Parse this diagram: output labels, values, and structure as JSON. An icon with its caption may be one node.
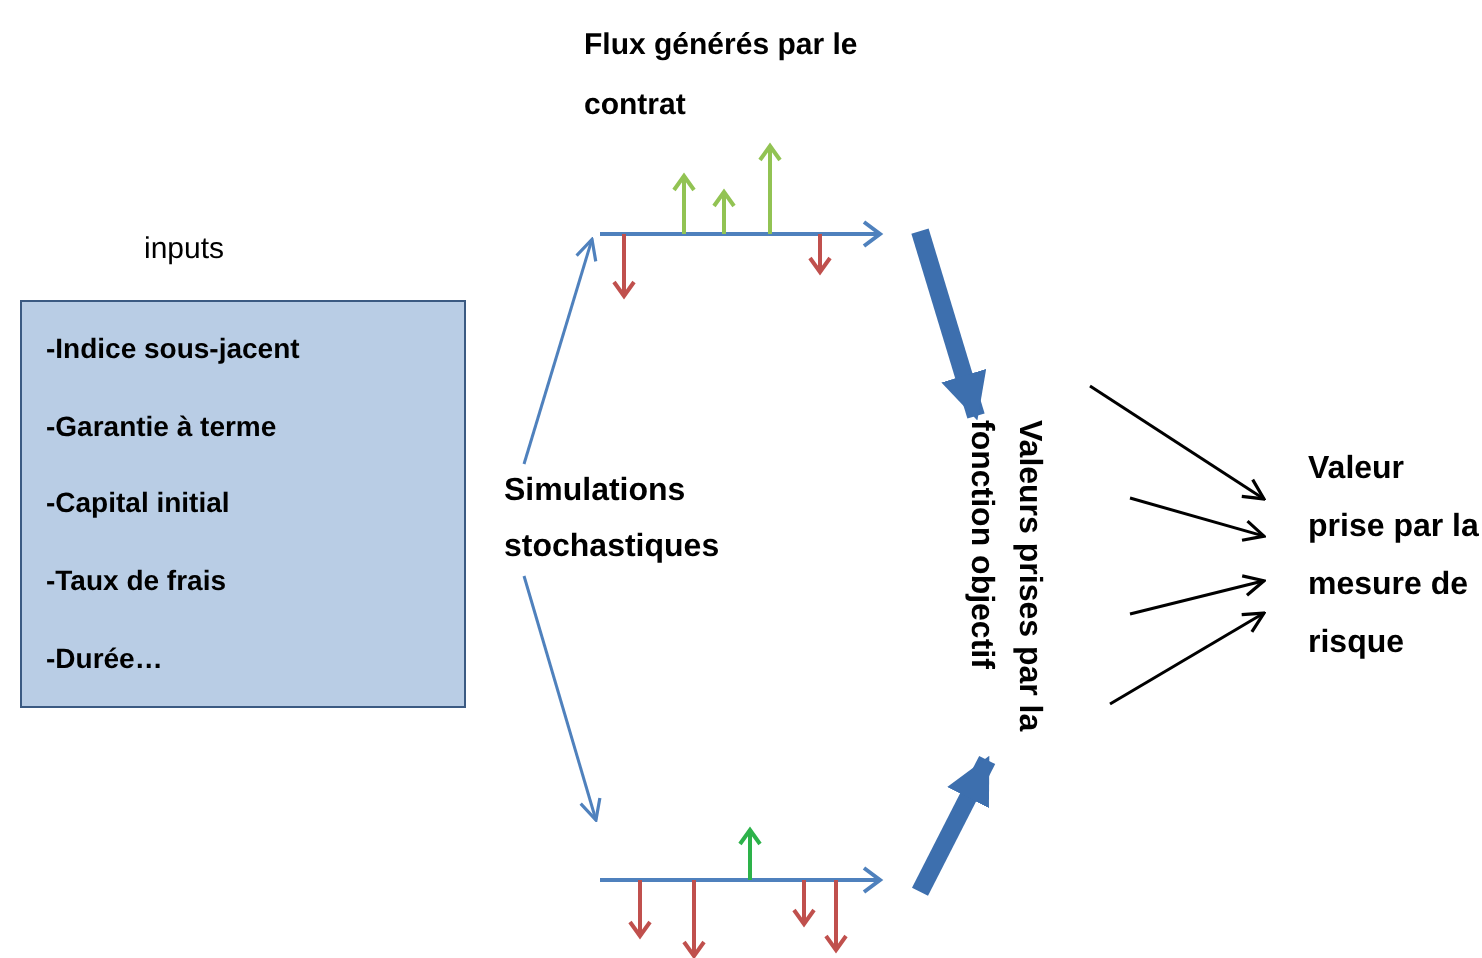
{
  "diagram": {
    "nodes": [
      {
        "text": [
          "inputs",
          "-Indice sous-jacent",
          "-Garantie à terme",
          "-Capital initial",
          "-Taux de frais",
          "-Durée…"
        ]
      },
      {
        "text": [
          "Simulations stochastiques"
        ]
      },
      {
        "text": [],
        "shape": "picture",
        "beside": [
          "Flux générés par le contrat"
        ]
      },
      {
        "text": [],
        "shape": "picture"
      },
      {
        "text": [
          "Valeurs prises par la fonction objectif"
        ]
      },
      {
        "text": [
          "Valeur prise par la mesure de risque"
        ]
      }
    ],
    "edges": [
      {
        "from": 1,
        "to": 2,
        "arrow": "to",
        "color": "#4f81bd"
      },
      {
        "from": 1,
        "to": 3,
        "arrow": "to",
        "color": "#4f81bd"
      },
      {
        "from": 2,
        "to": 4,
        "arrow": "to",
        "style": "thick",
        "color": "#3d6fae"
      },
      {
        "from": 3,
        "to": 4,
        "arrow": "to",
        "style": "thick",
        "color": "#3d6fae"
      },
      {
        "from": null,
        "to": 5,
        "arrow": "to"
      },
      {
        "from": null,
        "to": 5,
        "arrow": "to"
      },
      {
        "from": null,
        "to": 5,
        "arrow": "to"
      },
      {
        "from": null,
        "to": 5,
        "arrow": "to"
      }
    ]
  }
}
